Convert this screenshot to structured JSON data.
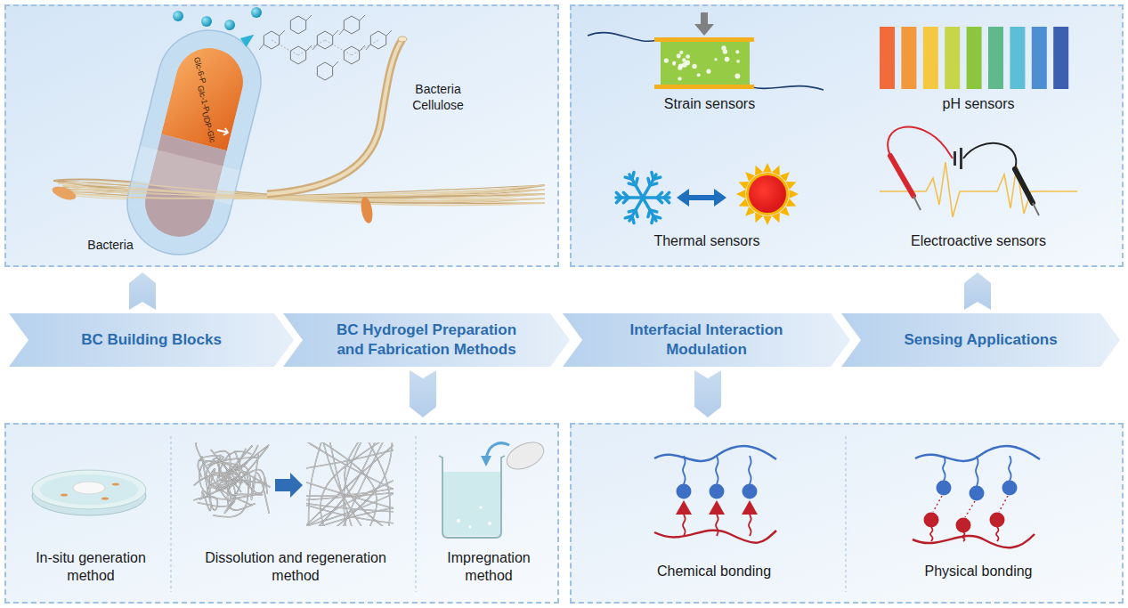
{
  "diagram": {
    "nodes": [
      {
        "text": [
          "Bacteria Cellulose",
          "Bacteria"
        ]
      },
      {
        "text": [
          "Strain sensors",
          "pH sensors",
          "Thermal sensors",
          "Electroactive sensors"
        ]
      },
      {
        "text": [
          "BC Building Blocks"
        ]
      },
      {
        "text": [
          "BC Hydrogel Preparation and Fabrication Methods"
        ]
      },
      {
        "text": [
          "Interfacial Interaction Modulation"
        ]
      },
      {
        "text": [
          "Sensing Applications"
        ]
      },
      {
        "text": [
          "In-situ generation method",
          "Dissolution and regeneration method",
          "Impregnation method"
        ]
      },
      {
        "text": [
          "Chemical bonding",
          "Physical bonding"
        ]
      }
    ],
    "edges": [
      {
        "from": 2,
        "to": 0,
        "arrow": "to"
      },
      {
        "from": 3,
        "to": 6,
        "arrow": "to"
      },
      {
        "from": 4,
        "to": 7,
        "arrow": "to"
      },
      {
        "from": 5,
        "to": 1,
        "arrow": "to"
      }
    ],
    "labels": [
      "Glc-6-P",
      "Glc-1-P",
      "UDP-Glc"
    ]
  }
}
